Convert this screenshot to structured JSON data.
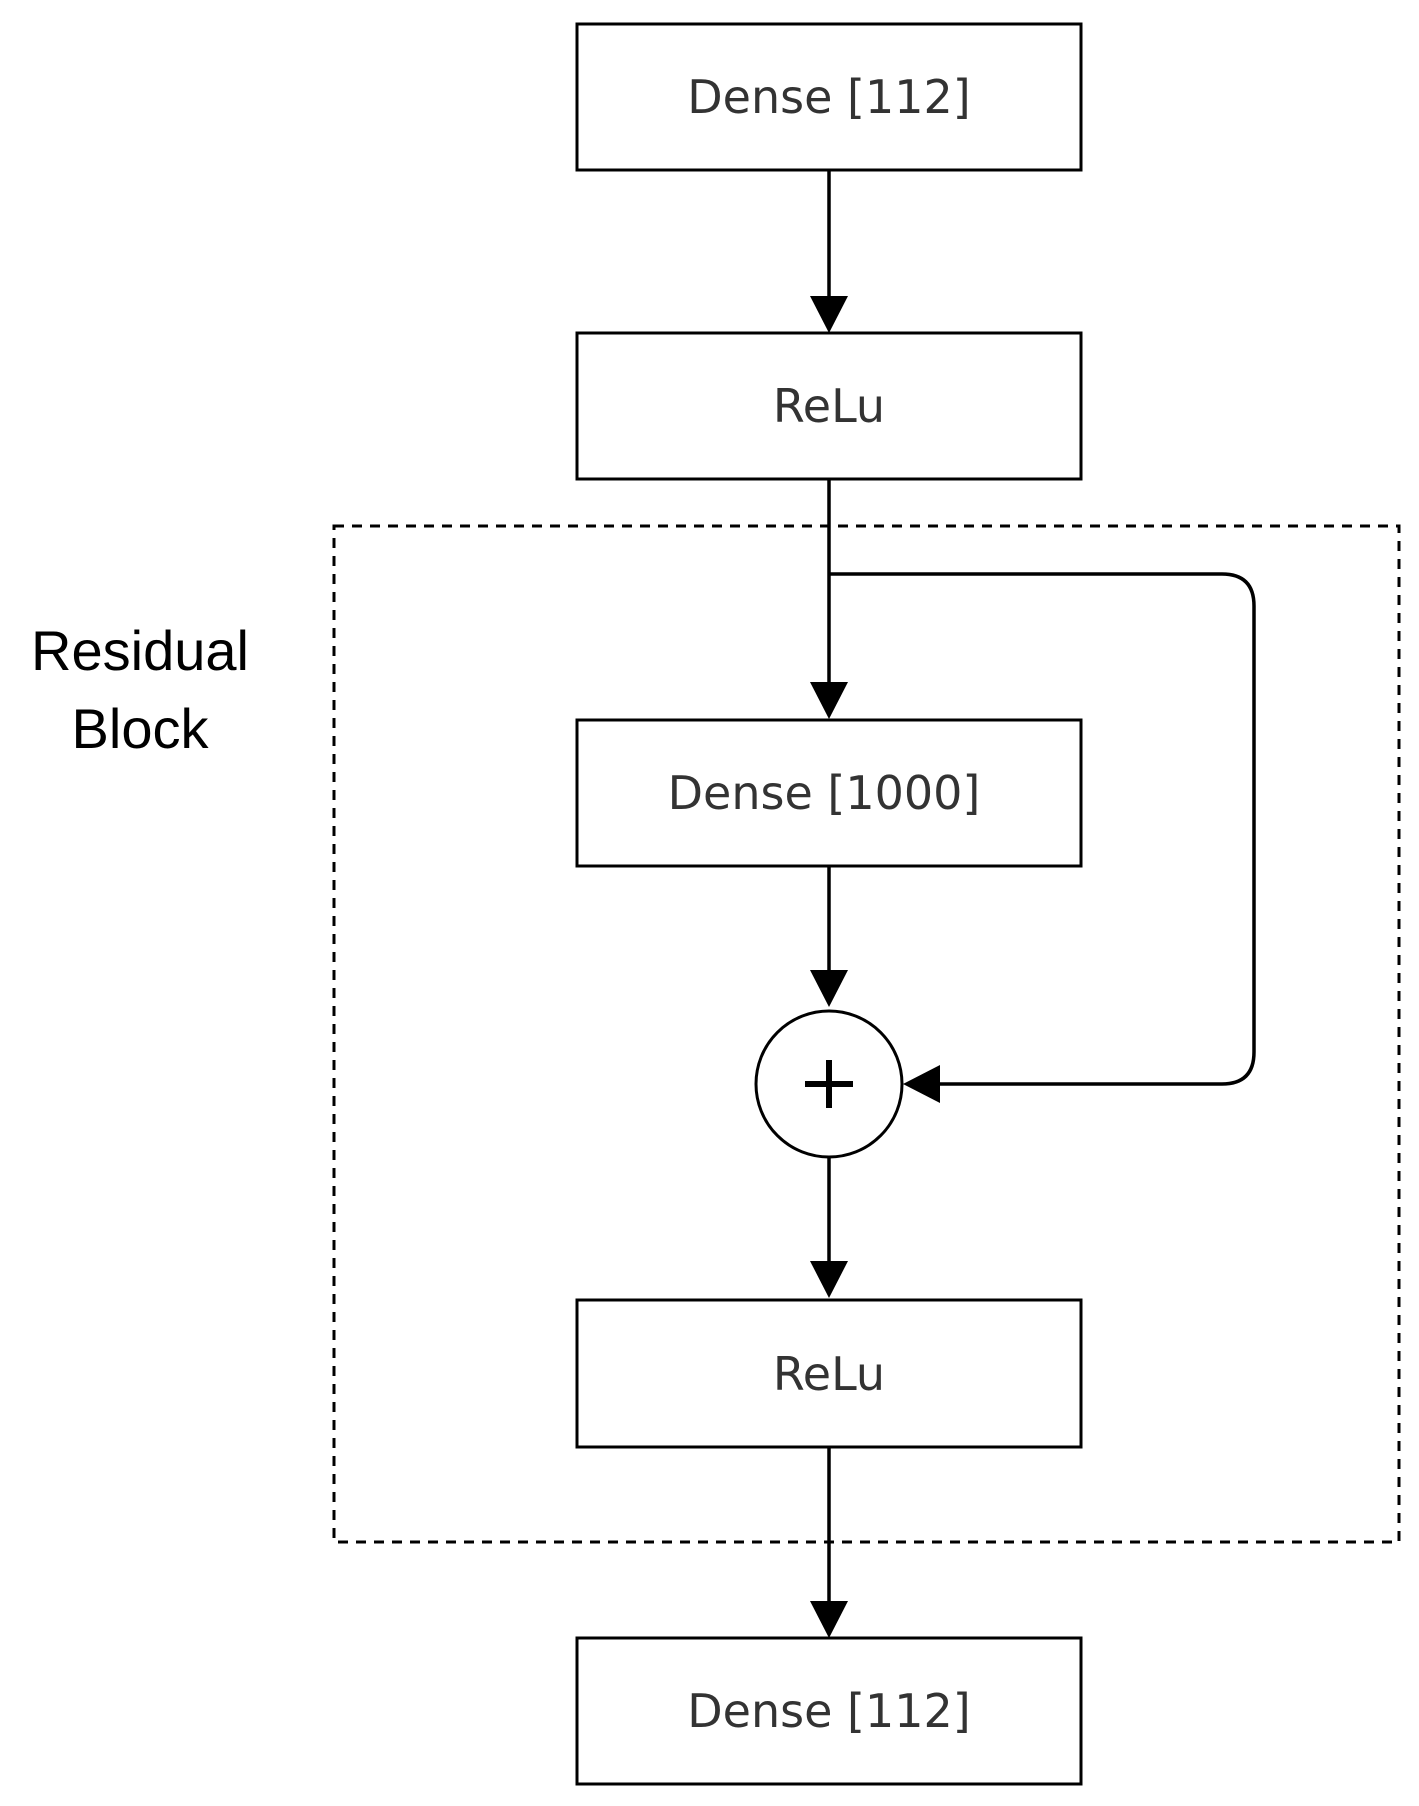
{
  "diagram": {
    "nodes": [
      {
        "id": "dense-112-top",
        "label": "Dense [112]"
      },
      {
        "id": "relu-1",
        "label": "ReLu"
      },
      {
        "id": "dense-1000",
        "label": "Dense [1000]"
      },
      {
        "id": "relu-2",
        "label": "ReLu"
      },
      {
        "id": "dense-112-bottom",
        "label": "Dense [112]"
      }
    ],
    "residual_block": {
      "label_line1": "Residual",
      "label_line2": "Block"
    },
    "add_operator": "+"
  }
}
